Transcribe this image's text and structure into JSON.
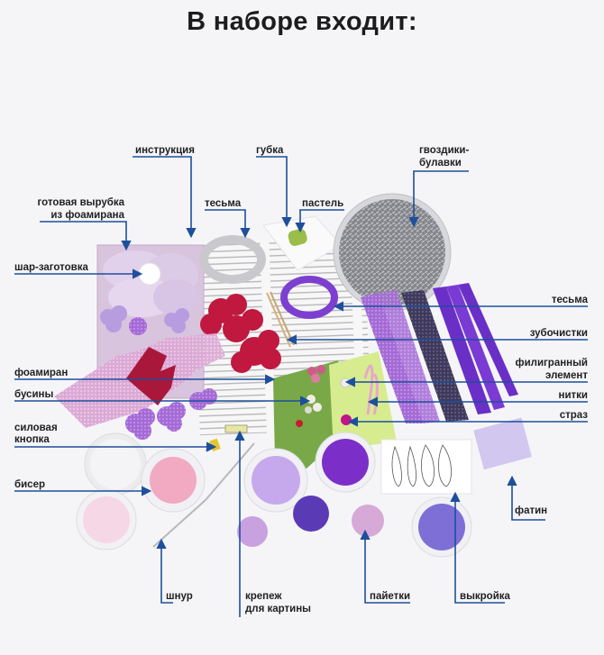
{
  "title": "В наборе входит:",
  "labels": {
    "instruktsiya": "инструкция",
    "gubka": "губка",
    "gvozdiki_1": "гвоздики-",
    "gvozdiki_2": "булавки",
    "vyrubka_1": "готовая вырубка",
    "vyrubka_2": "из фоамирана",
    "tesma_top": "тесьма",
    "pastel": "пастель",
    "shar": "шар-заготовка",
    "tesma_right": "тесьма",
    "zubochistki": "зубочистки",
    "foamiran": "фоамиран",
    "filigran_1": "филигранный",
    "filigran_2": "элемент",
    "businy": "бусины",
    "nitki": "нитки",
    "strazy": "страз",
    "knopka_1": "силовая",
    "knopka_2": "кнопка",
    "biser": "бисер",
    "fatin": "фатин",
    "shnur": "шнур",
    "krepezh_1": "крепеж",
    "krepezh_2": "для картины",
    "payetki": "пайетки",
    "vykroyka": "выкройка"
  },
  "colors": {
    "leader": "#1d4f9c",
    "text": "#1f1f22",
    "background": "#f5f5f8",
    "purple": "#7b3fc4",
    "crimson": "#b3123e",
    "lilac": "#d9c2e8",
    "pink": "#eaa6c6",
    "green": "#6d9a3a"
  }
}
